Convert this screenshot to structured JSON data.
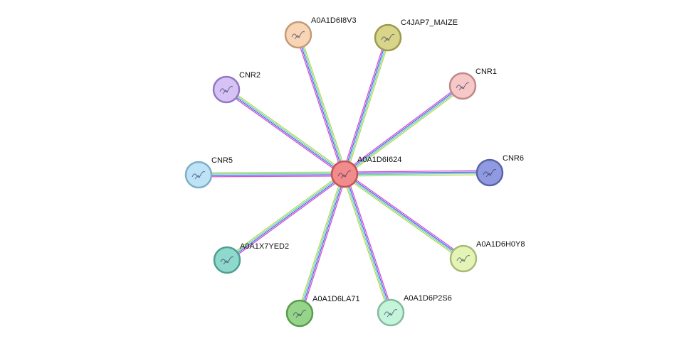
{
  "network": {
    "center": {
      "id": "A0A1D6I624",
      "label": "A0A1D6I624",
      "color": "#f28b8b",
      "stroke": "#c45454"
    },
    "nodes": [
      {
        "id": "A0A1D6I8V3",
        "label": "A0A1D6I8V3",
        "color": "#f8d5b4",
        "stroke": "#c49a76",
        "icon": "protein-structure-icon"
      },
      {
        "id": "C4JAP7_MAIZE",
        "label": "C4JAP7_MAIZE",
        "color": "#d8d58a",
        "stroke": "#9c9a4c",
        "icon": "protein-structure-icon"
      },
      {
        "id": "CNR2",
        "label": "CNR2",
        "color": "#d6c2f5",
        "stroke": "#9178c2",
        "icon": "protein-structure-icon"
      },
      {
        "id": "CNR1",
        "label": "CNR1",
        "color": "#f6c8c8",
        "stroke": "#c08888",
        "icon": "protein-structure-icon"
      },
      {
        "id": "CNR5",
        "label": "CNR5",
        "color": "#bfe3f6",
        "stroke": "#7eaec8",
        "icon": "protein-structure-icon"
      },
      {
        "id": "CNR6",
        "label": "CNR6",
        "color": "#8f9ae0",
        "stroke": "#5a64a8",
        "icon": "protein-structure-icon"
      },
      {
        "id": "A0A1X7YED2",
        "label": "A0A1X7YED2",
        "color": "#8fd8cc",
        "stroke": "#4f9e92",
        "icon": "protein-structure-icon"
      },
      {
        "id": "A0A1D6H0Y8",
        "label": "A0A1D6H0Y8",
        "color": "#e4f4b4",
        "stroke": "#a8ba78",
        "icon": "protein-structure-icon"
      },
      {
        "id": "A0A1D6LA71",
        "label": "A0A1D6LA71",
        "color": "#96d48a",
        "stroke": "#5a9a4e",
        "icon": "protein-structure-icon"
      },
      {
        "id": "A0A1D6P2S6",
        "label": "A0A1D6P2S6",
        "color": "#c4f4da",
        "stroke": "#86baa0",
        "icon": "protein-structure-icon"
      }
    ],
    "edge_colors": [
      "#d64fd6",
      "#5a62e0",
      "#5fd3c8",
      "#b6d84a"
    ]
  }
}
